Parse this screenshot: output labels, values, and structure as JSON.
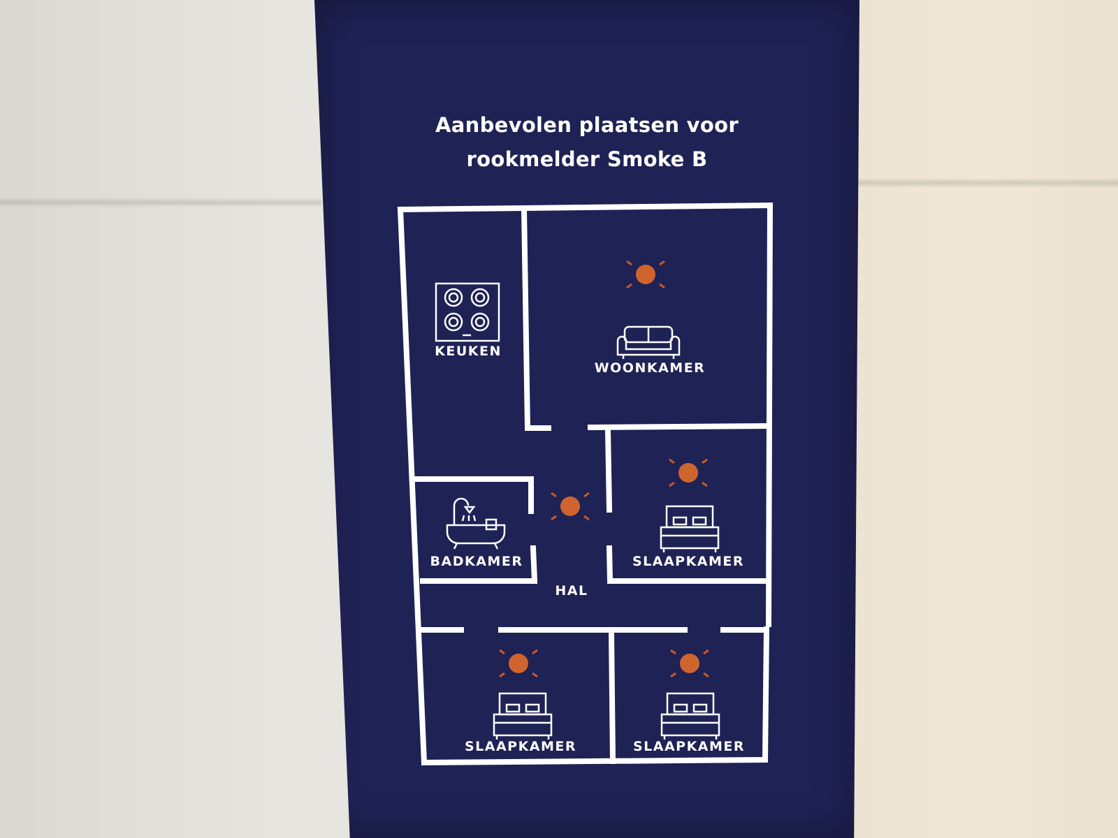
{
  "title_line1": "Aanbevolen plaatsen voor",
  "title_line2": "rookmelder Smoke B",
  "rooms": {
    "kitchen": "KEUKEN",
    "living": "WOONKAMER",
    "bathroom": "BADKAMER",
    "bedroom_right": "SLAAPKAMER",
    "hall": "HAL",
    "bedroom_bottom_left": "SLAAPKAMER",
    "bedroom_bottom_right": "SLAAPKAMER"
  },
  "icons": [
    "stove-icon",
    "sofa-icon",
    "bathtub-icon",
    "bed-icon"
  ],
  "colors": {
    "box": "#1f2254",
    "walls": "#ffffff",
    "detector": "#d0642f"
  }
}
